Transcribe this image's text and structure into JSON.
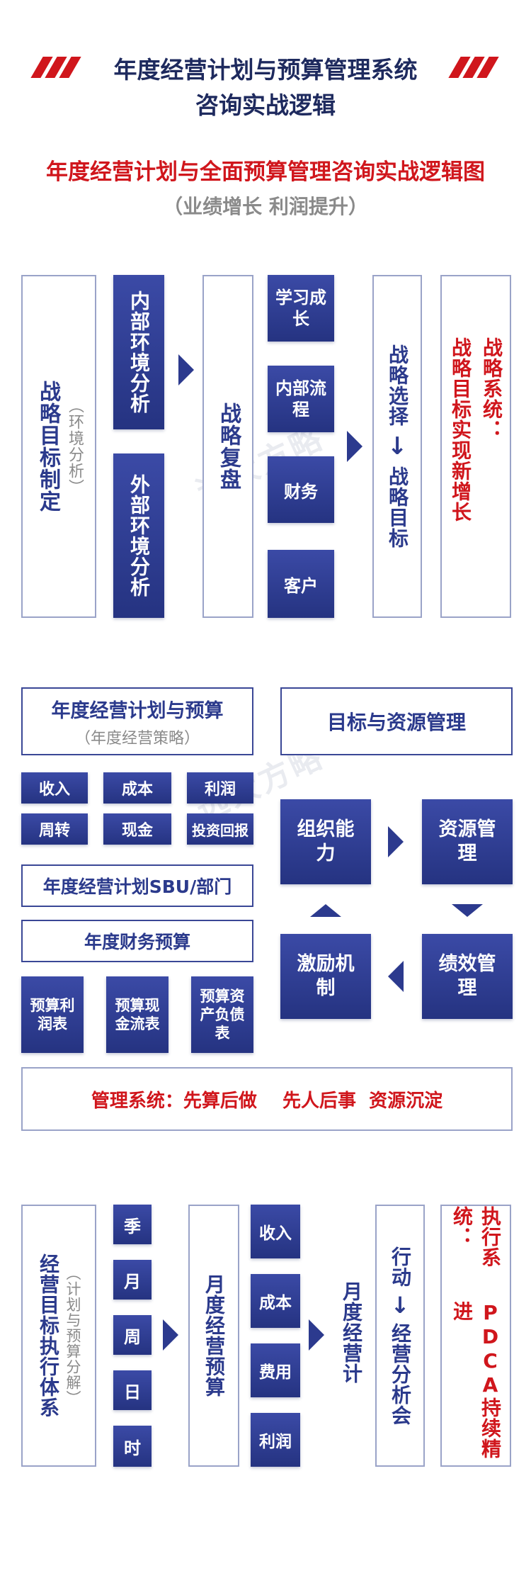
{
  "header": {
    "title_line1": "年度经营计划与预算管理系统",
    "title_line2": "咨询实战逻辑",
    "subtitle_red": "年度经营计划与全面预算管理咨询实战逻辑图",
    "subtitle_grey": "（业绩增长  利润提升）"
  },
  "watermark": "远大方略",
  "section1": {
    "strategy_goal": "战略目标制定",
    "strategy_goal_note": "（环境分析）",
    "internal_env": "内部环境分析",
    "external_env": "外部环境分析",
    "review": "战略复盘",
    "bsc": [
      "学习成长",
      "内部流程",
      "财务",
      "客户"
    ],
    "choice": "战略选择",
    "choice_arrow": "↓",
    "target": "战略目标",
    "system_label": "战略系统：",
    "system_text": "战略目标实现新增长"
  },
  "section2": {
    "plan_title": "年度经营计划与预算",
    "plan_note": "（年度经营策略）",
    "metrics": [
      "收入",
      "成本",
      "利润",
      "周转",
      "现金",
      "投资回报"
    ],
    "sbu": "年度经营计划SBU/部门",
    "finance_budget": "年度财务预算",
    "statements": [
      "预算利润表",
      "预算现金流表",
      "预算资产负债表"
    ],
    "resource_title": "目标与资源管理",
    "cycle": {
      "org": "组织能力",
      "resource": "资源管理",
      "performance": "绩效管理",
      "incentive": "激励机制"
    },
    "management": "管理系统：先算后做    先人后事  资源沉淀"
  },
  "section3": {
    "exec_system": "经营目标执行体系",
    "exec_note": "（计划与预算分解）",
    "periods": [
      "季",
      "月",
      "周",
      "日",
      "时"
    ],
    "monthly_budget": "月度经营预算",
    "items": [
      "收入",
      "成本",
      "费用",
      "利润"
    ],
    "monthly_plan": "月度经营计",
    "action": "行动",
    "action_arrow": "↓",
    "analysis": "经营分析会",
    "exec_label": "执行系统：",
    "exec_text": "PDCA持续精进"
  }
}
